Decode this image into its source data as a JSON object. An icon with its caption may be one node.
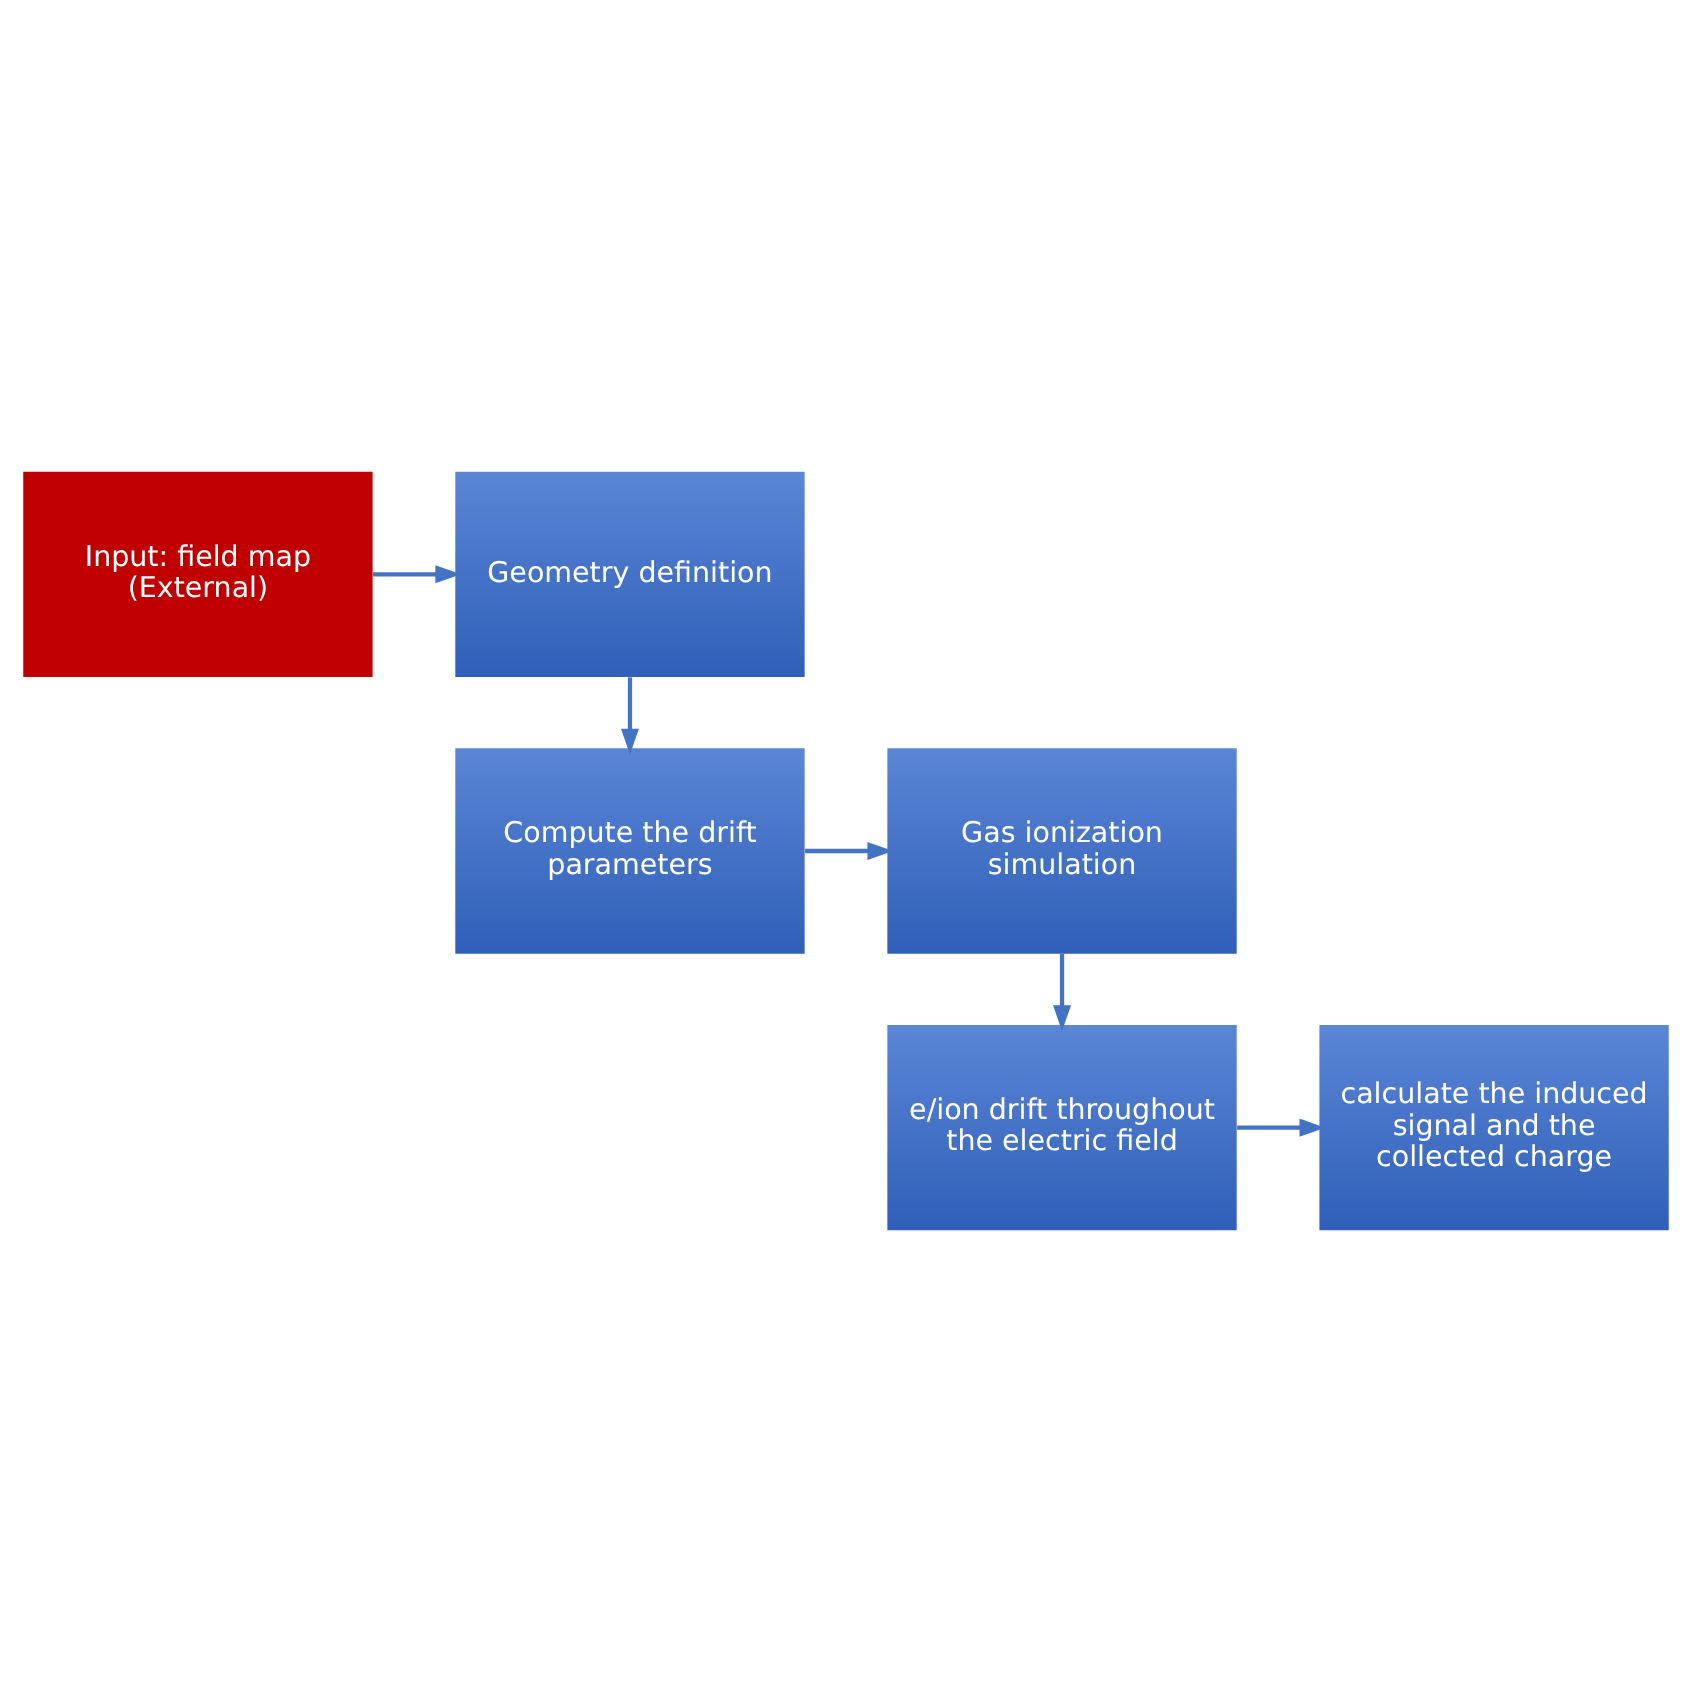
{
  "diagram": {
    "nodes": [
      {
        "text": [
          "Input: field map (External)"
        ]
      },
      {
        "text": [
          "Geometry definition"
        ]
      },
      {
        "text": [
          "Compute the drift parameters"
        ]
      },
      {
        "text": [
          "Gas ionization simulation"
        ]
      },
      {
        "text": [
          "e/ion drift throughout the electric field"
        ]
      },
      {
        "text": [
          "calculate the induced signal and the collected charge"
        ]
      }
    ],
    "edges": [
      {
        "from": 0,
        "to": 1,
        "arrow": "to"
      },
      {
        "from": 1,
        "to": 2,
        "arrow": "to"
      },
      {
        "from": 2,
        "to": 3,
        "arrow": "to"
      },
      {
        "from": 3,
        "to": 4,
        "arrow": "to"
      },
      {
        "from": 4,
        "to": 5,
        "arrow": "to"
      }
    ]
  }
}
